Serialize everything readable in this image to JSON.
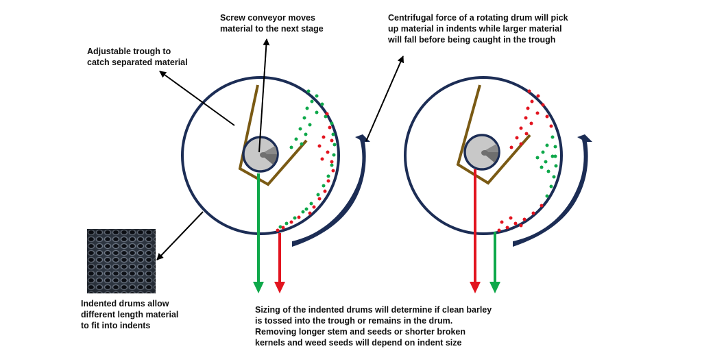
{
  "labels": {
    "screw_conveyor": [
      "Screw conveyor moves",
      "material to the next stage"
    ],
    "adjustable_trough": [
      "Adjustable trough to",
      "catch separated material"
    ],
    "centrifugal_force": [
      "Centrifugal force of a rotating drum will pick",
      "up material in indents while larger material",
      "will fall before being caught in the trough"
    ],
    "indented_drums": [
      "Indented drums allow",
      "different length material",
      "to fit into indents"
    ],
    "sizing": [
      "Sizing of the indented drums will determine if clean barley",
      "is tossed into the trough or remains in the drum.",
      "Removing longer stem and seeds or shorter broken",
      "kernels and weed seeds will depend on indent size"
    ]
  },
  "colors": {
    "drum": "#1c2d55",
    "trough": "#7a5a14",
    "green": "#0ea84a",
    "red": "#e2141f",
    "conveyor_light": "#c8c8c8",
    "conveyor_dark": "#8a8a8a"
  },
  "drums": [
    {
      "name": "left",
      "left_arrow_color": "green",
      "right_arrow_color": "red"
    },
    {
      "name": "right",
      "left_arrow_color": "red",
      "right_arrow_color": "green"
    }
  ],
  "icons": [
    "rotation-arrow-icon",
    "pointer-arrow-icon",
    "indented-surface-texture"
  ]
}
